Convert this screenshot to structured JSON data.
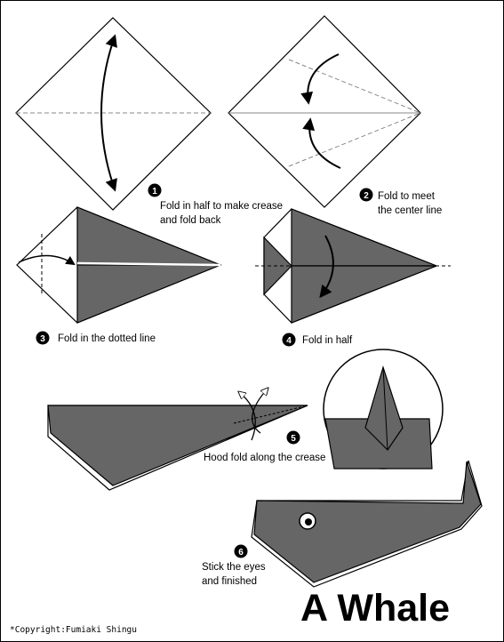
{
  "title": "A Whale",
  "copyright": "*Copyright:Fumiaki Shingu",
  "colors": {
    "paper": "#666666",
    "crease": "#888888",
    "outline": "#000000"
  },
  "steps": [
    {
      "number": "1",
      "text_line1": "Fold in half to make crease",
      "text_line2": "and fold back"
    },
    {
      "number": "2",
      "text_line1": "Fold to meet",
      "text_line2": "the center line"
    },
    {
      "number": "3",
      "text_line1": "Fold in the dotted line"
    },
    {
      "number": "4",
      "text_line1": "Fold in half"
    },
    {
      "number": "5",
      "text_line1": "Hood fold along the crease"
    },
    {
      "number": "6",
      "text_line1": "Stick the eyes",
      "text_line2": "and finished"
    }
  ]
}
